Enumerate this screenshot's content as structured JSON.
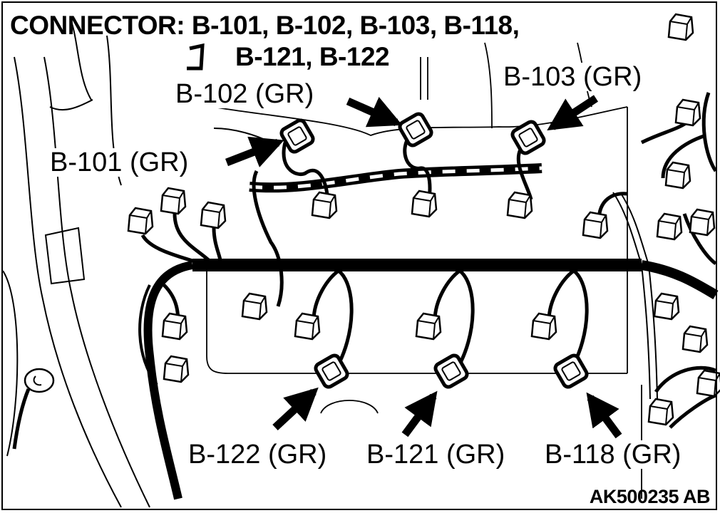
{
  "title": {
    "line1": "CONNECTOR: B-101, B-102, B-103, B-118,",
    "line2": "B-121, B-122"
  },
  "labels": {
    "b101": "B-101 (GR)",
    "b102": "B-102 (GR)",
    "b103": "B-103 (GR)",
    "b118": "B-118 (GR)",
    "b121": "B-121 (GR)",
    "b122": "B-122 (GR)"
  },
  "reference_code": "AK500235 AB",
  "colors": {
    "line": "#000000",
    "background": "#ffffff"
  }
}
